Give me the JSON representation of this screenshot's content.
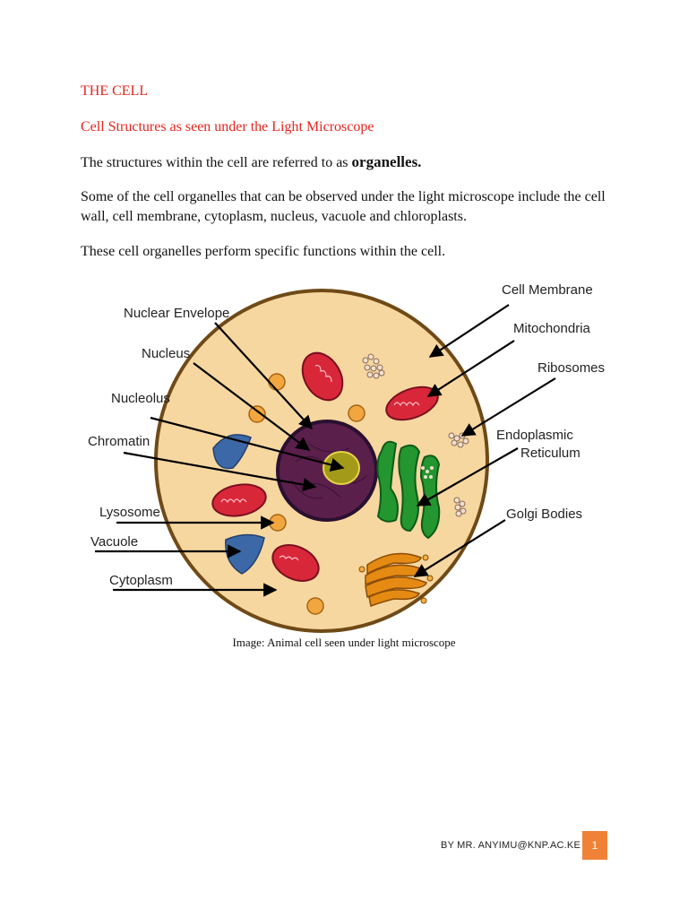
{
  "document": {
    "title": "THE CELL",
    "subtitle": "Cell Structures as seen under the Light Microscope",
    "paragraph1_prefix": "The structures within the cell are referred to as ",
    "paragraph1_bold": "organelles.",
    "paragraph2": "Some of the cell organelles that can be observed under the light microscope include the cell wall, cell membrane, cytoplasm, nucleus, vacuole and chloroplasts.",
    "paragraph3": "These cell organelles perform specific functions within the cell.",
    "caption": "Image: Animal cell seen under light microscope"
  },
  "diagram": {
    "labels_left": [
      "Nuclear Envelope",
      "Nucleus",
      "Nucleolus",
      "Chromatin",
      "Lysosome",
      "Vacuole",
      "Cytoplasm"
    ],
    "labels_right": [
      "Cell Membrane",
      "Mitochondria",
      "Ribosomes",
      "Endoplasmic",
      "Reticulum",
      "Golgi Bodies"
    ],
    "colors": {
      "cytoplasm": "#f7d7a0",
      "membrane": "#6f4a17",
      "nucleus": "#5b1f4c",
      "nucleolus": "#a39a1a",
      "mitochondria": "#d9273a",
      "endoplasmic_reticulum": "#23962f",
      "golgi": "#e58a13",
      "lysosome": "#f2a640",
      "vacuole": "#3c68a8"
    }
  },
  "footer": {
    "author": "BY MR. ANYIMU@KNP.AC.KE",
    "page_number": "1",
    "accent": "#f08238"
  }
}
